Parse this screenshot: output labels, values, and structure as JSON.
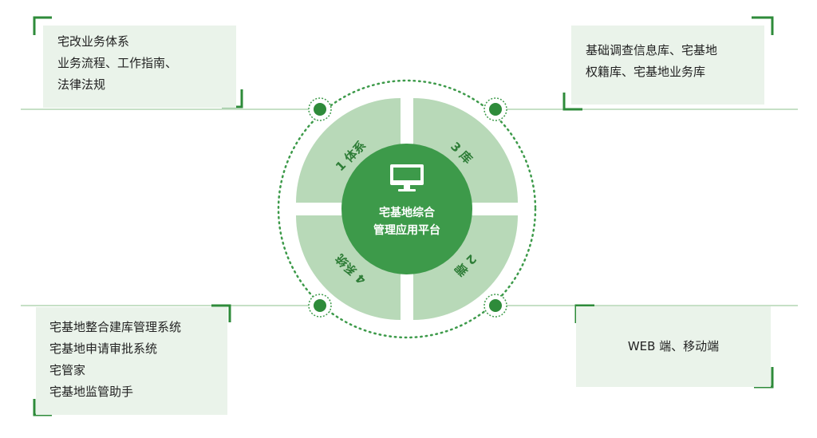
{
  "center": {
    "title_lines": [
      "宅基地综合",
      "管理应用平台"
    ],
    "icon": "monitor-icon"
  },
  "quadrants": {
    "top_left": "1 体系",
    "top_right": "3 库",
    "bottom_right": "2 端",
    "bottom_left": "4 系统"
  },
  "boxes": {
    "top_left": [
      "宅改业务体系",
      "业务流程、工作指南、",
      "法律法规"
    ],
    "top_right": [
      "基础调查信息库、宅基地",
      "权籍库、宅基地业务库"
    ],
    "bottom_left": [
      "宅基地整合建库管理系统",
      "宅基地申请审批系统",
      "宅管家",
      "宅基地监管助手"
    ],
    "bottom_right": [
      "WEB 端、移动端"
    ]
  },
  "colors": {
    "dark_green": "#3d9a4a",
    "light_green": "#b8d9b8",
    "box_bg": "#eaf3ea",
    "accent": "#2e8b3a"
  }
}
